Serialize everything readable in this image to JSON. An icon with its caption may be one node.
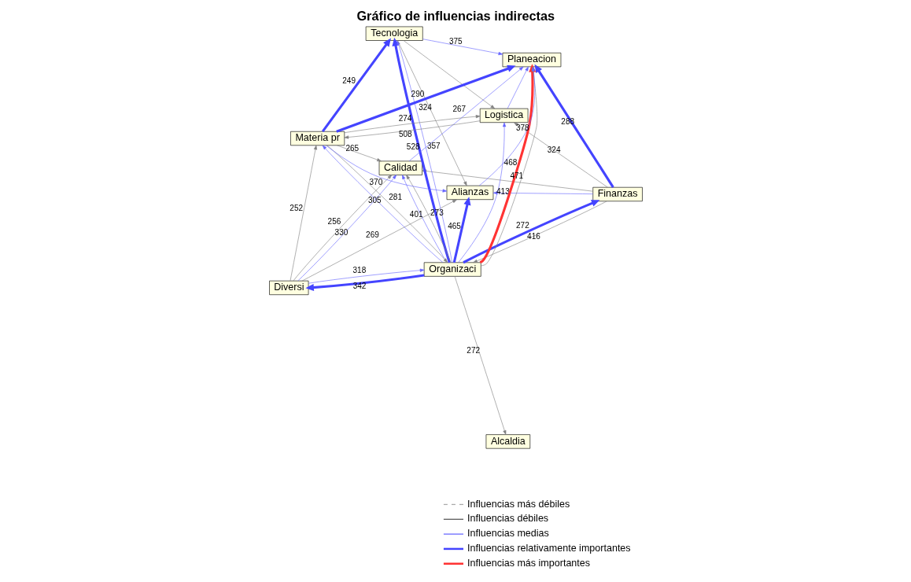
{
  "diagram": {
    "title": "Gráfico de influencias indirectas",
    "nodes": [
      {
        "text": [
          "Diversi"
        ]
      },
      {
        "text": [
          "Finanzas"
        ]
      },
      {
        "text": [
          "Organizaci"
        ]
      },
      {
        "text": [
          "Tecnologia"
        ]
      },
      {
        "text": [
          "Calidad"
        ]
      },
      {
        "text": [
          "Materia pr"
        ]
      },
      {
        "text": [
          "Logistica"
        ]
      },
      {
        "text": [
          "Alcaldia"
        ]
      },
      {
        "text": [
          "Alianzas"
        ]
      },
      {
        "text": [
          "Planeacion"
        ]
      }
    ],
    "edges": [
      {
        "from": 2,
        "to": 0,
        "arrow": "to",
        "label": "342",
        "style": "thick",
        "color": "#4444ff"
      },
      {
        "from": 0,
        "to": 2,
        "arrow": "to",
        "label": "318",
        "color": "#6666ff"
      },
      {
        "from": 2,
        "to": 1,
        "arrow": "to",
        "label": "272",
        "style": "thick",
        "color": "#4444ff"
      },
      {
        "from": 1,
        "to": 2,
        "arrow": "to",
        "label": "416"
      },
      {
        "from": 0,
        "to": 5,
        "arrow": "to",
        "label": "252"
      },
      {
        "from": 0,
        "to": 4,
        "arrow": "to",
        "label": "256"
      },
      {
        "from": 0,
        "to": 4,
        "arrow": "to",
        "label": "330",
        "color": "#6666ff"
      },
      {
        "from": 0,
        "to": 8,
        "arrow": "to",
        "label": "269"
      },
      {
        "from": 1,
        "to": 4,
        "arrow": "to"
      },
      {
        "from": 1,
        "to": 9,
        "arrow": "to",
        "label": "288",
        "style": "thick",
        "color": "#4444ff"
      },
      {
        "from": 1,
        "to": 8,
        "arrow": "to",
        "color": "#6666ff"
      },
      {
        "from": 1,
        "to": 6,
        "arrow": "to",
        "label": "324"
      },
      {
        "from": 2,
        "to": 7,
        "arrow": "to",
        "label": "272"
      },
      {
        "from": 2,
        "to": 4,
        "arrow": "to",
        "label": "401",
        "color": "#6666ff"
      },
      {
        "from": 2,
        "to": 8,
        "arrow": "to",
        "label": "465",
        "style": "thick",
        "color": "#4444ff"
      },
      {
        "from": 5,
        "to": 2,
        "arrow": "to",
        "label": "281"
      },
      {
        "from": 2,
        "to": 5,
        "arrow": "to",
        "label": "305",
        "color": "#6666ff"
      },
      {
        "from": 2,
        "to": 9,
        "arrow": "to",
        "label": "468",
        "style": "thick",
        "color": "#ff3333"
      },
      {
        "from": 2,
        "to": 3,
        "arrow": "to",
        "label": "528",
        "style": "thick",
        "color": "#4444ff"
      },
      {
        "from": 2,
        "to": 3,
        "arrow": "to",
        "label": "357",
        "color": "#6666ff"
      },
      {
        "from": 2,
        "to": 6,
        "arrow": "to",
        "label": "413",
        "color": "#6666ff"
      },
      {
        "from": 2,
        "to": 4,
        "arrow": "to",
        "label": "273"
      },
      {
        "from": 5,
        "to": 3,
        "arrow": "to",
        "label": "249",
        "style": "thick",
        "color": "#4444ff"
      },
      {
        "from": 5,
        "to": 4,
        "arrow": "to",
        "label": "265"
      },
      {
        "from": 5,
        "to": 6,
        "arrow": "to",
        "label": "274"
      },
      {
        "from": 5,
        "to": 8,
        "arrow": "to",
        "label": "370",
        "color": "#6666ff"
      },
      {
        "from": 5,
        "to": 9,
        "arrow": "to",
        "label": "290",
        "style": "thick",
        "color": "#4444ff"
      },
      {
        "from": 2,
        "to": 9,
        "arrow": "to",
        "label": "471"
      },
      {
        "from": 3,
        "to": 8,
        "arrow": "to",
        "label": "324"
      },
      {
        "from": 8,
        "to": 9,
        "arrow": "to",
        "label": "378",
        "color": "#6666ff"
      },
      {
        "from": 4,
        "to": 9,
        "arrow": "to",
        "label": "267",
        "color": "#6666ff"
      },
      {
        "from": 6,
        "to": 9,
        "arrow": "to",
        "color": "#6666ff"
      },
      {
        "from": 3,
        "to": 9,
        "arrow": "to",
        "label": "375",
        "color": "#6666ff"
      },
      {
        "from": 3,
        "to": 6,
        "arrow": "to"
      },
      {
        "from": 6,
        "to": 5,
        "arrow": "to",
        "label": "508"
      }
    ],
    "legend": [
      {
        "text": "Influencias más débiles"
      },
      {
        "text": "Influencias débiles"
      },
      {
        "text": "Influencias medias"
      },
      {
        "text": "Influencias relativamente importantes"
      },
      {
        "text": "Influencias más importantes"
      }
    ]
  }
}
